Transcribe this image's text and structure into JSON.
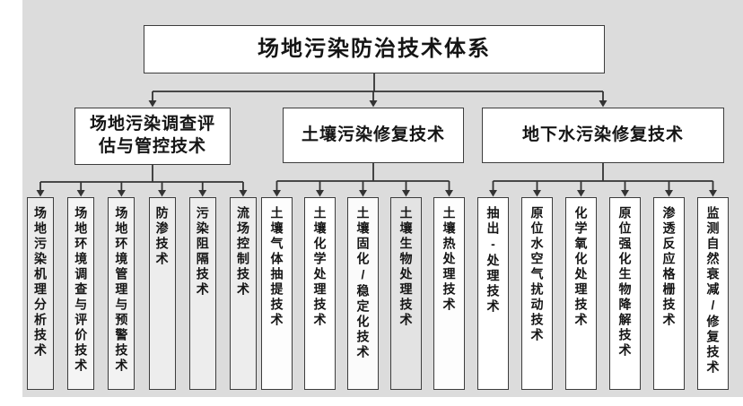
{
  "diagram": {
    "colors": {
      "background": "#dcdcdc",
      "line": "#333333",
      "border": "#3d3d3d",
      "text": "#151515"
    },
    "root": {
      "label": "场地污染防治技术体系",
      "fill": "#ffffff"
    },
    "groups": [
      {
        "label": "场地污染调查评估与管控技术",
        "fill": "#ffffff",
        "children": [
          {
            "label": "场地污染机理分析技术",
            "fill": "#ececec"
          },
          {
            "label": "场地环境调查与评价技术",
            "fill": "#f5f5f5"
          },
          {
            "label": "场地环境管理与预警技术",
            "fill": "#f2f2f2"
          },
          {
            "label": "防渗技术",
            "fill": "#ededed"
          },
          {
            "label": "污染阻隔技术",
            "fill": "#ededed"
          },
          {
            "label": "流场控制技术",
            "fill": "#ededed"
          }
        ]
      },
      {
        "label": "土壤污染修复技术",
        "fill": "#ffffff",
        "children": [
          {
            "label": "土壤气体抽提技术",
            "fill": "#fdfdfd"
          },
          {
            "label": "土壤化学处理技术",
            "fill": "#ffffff"
          },
          {
            "label": "土壤固化/稳定化技术",
            "fill": "#fbfbfb"
          },
          {
            "label": "土壤生物处理技术",
            "fill": "#e3e3e3"
          },
          {
            "label": "土壤热处理技术",
            "fill": "#fdfdfd"
          }
        ]
      },
      {
        "label": "地下水污染修复技术",
        "fill": "#ffffff",
        "children": [
          {
            "label": "抽出-处理技术",
            "fill": "#ffffff"
          },
          {
            "label": "原位水空气扰动技术",
            "fill": "#ffffff"
          },
          {
            "label": "化学氧化处理技术",
            "fill": "#ffffff"
          },
          {
            "label": "原位强化生物降解技术",
            "fill": "#ffffff"
          },
          {
            "label": "渗透反应格栅技术",
            "fill": "#ffffff"
          },
          {
            "label": "监测自然衰减/修复技术",
            "fill": "#ffffff"
          }
        ]
      }
    ]
  }
}
